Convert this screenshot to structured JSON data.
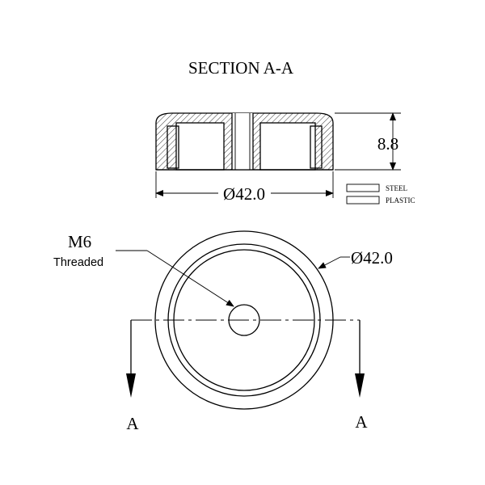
{
  "drawing": {
    "section_title": "SECTION A-A",
    "height_dim": "8.8",
    "section_diameter_dim": "Ø42.0",
    "plan_diameter_dim": "Ø42.0",
    "thread_label": "M6",
    "thread_sublabel": "Threaded",
    "section_mark_left": "A",
    "section_mark_right": "A"
  },
  "legend": {
    "items": [
      {
        "label": "STEEL",
        "pattern": "hatch"
      },
      {
        "label": "PLASTIC",
        "pattern": "crosshatch"
      }
    ]
  }
}
